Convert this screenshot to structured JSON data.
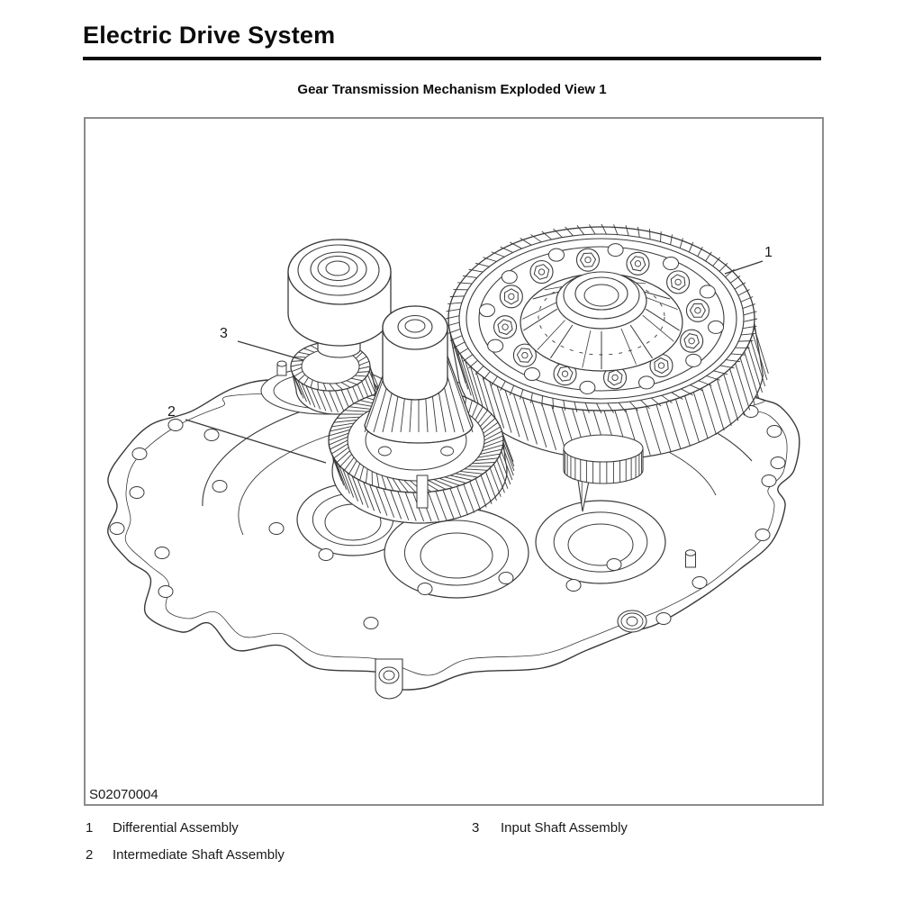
{
  "header": {
    "title": "Electric Drive System"
  },
  "figure": {
    "caption": "Gear Transmission Mechanism Exploded View 1",
    "code": "S02070004"
  },
  "callouts": [
    {
      "number": "1"
    },
    {
      "number": "2"
    },
    {
      "number": "3"
    }
  ],
  "legend": {
    "items": [
      {
        "number": "1",
        "label": "Differential Assembly"
      },
      {
        "number": "2",
        "label": "Intermediate Shaft Assembly"
      },
      {
        "number": "3",
        "label": "Input Shaft Assembly"
      }
    ]
  },
  "colors": {
    "line": "#3a3a3a",
    "text": "#1a1a1a",
    "rule": "#0c0c0c",
    "box_border": "#8c8c8c"
  }
}
